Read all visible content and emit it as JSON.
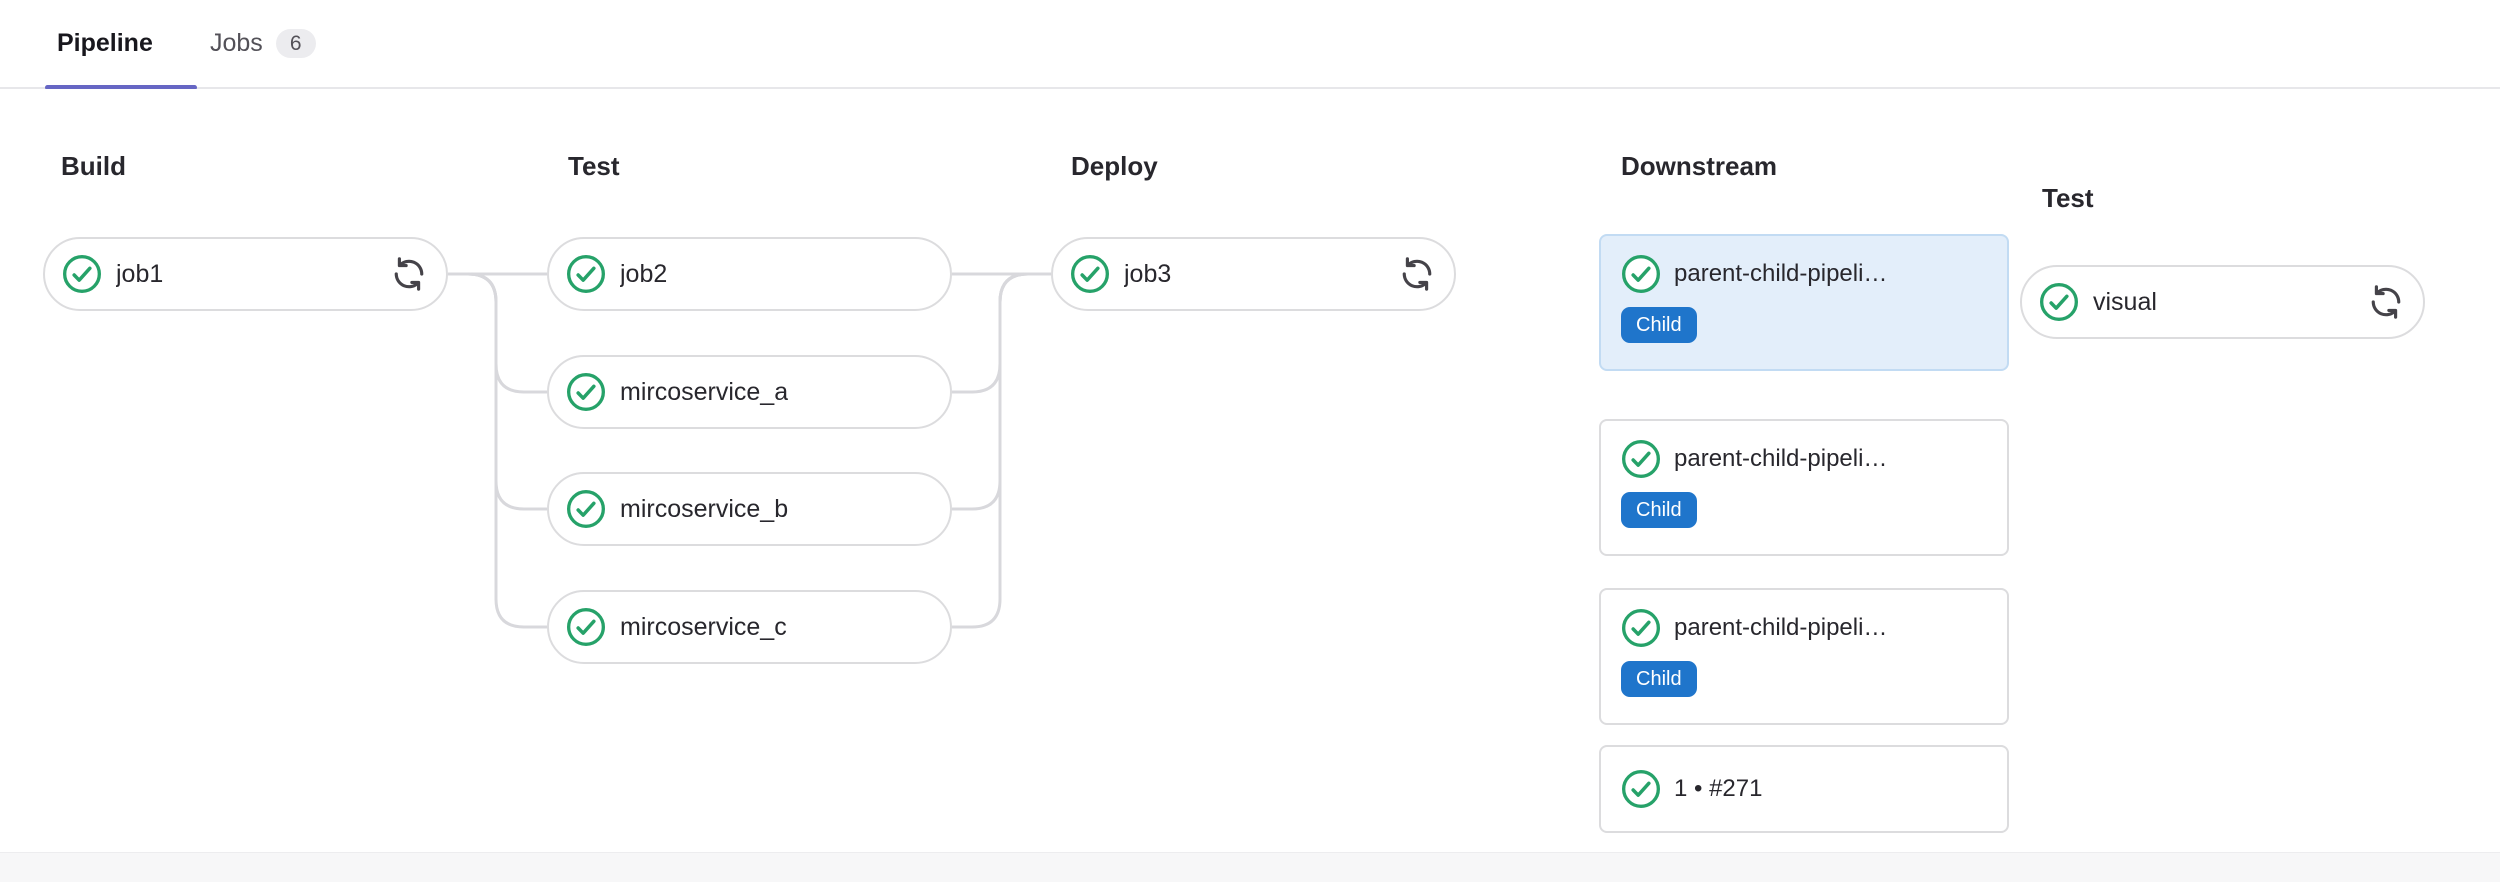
{
  "tabs": {
    "pipeline_label": "Pipeline",
    "jobs_label": "Jobs",
    "jobs_count": "6"
  },
  "stages": [
    {
      "name": "Build",
      "jobs": [
        {
          "label": "job1",
          "status": "success",
          "retry": true
        }
      ]
    },
    {
      "name": "Test",
      "jobs": [
        {
          "label": "job2",
          "status": "success"
        },
        {
          "label": "mircoservice_a",
          "status": "success"
        },
        {
          "label": "mircoservice_b",
          "status": "success"
        },
        {
          "label": "mircoservice_c",
          "status": "success"
        }
      ]
    },
    {
      "name": "Deploy",
      "jobs": [
        {
          "label": "job3",
          "status": "success",
          "retry": true
        }
      ]
    }
  ],
  "downstream": {
    "title": "Downstream",
    "cards": [
      {
        "label": "parent-child-pipeli…",
        "badge": "Child",
        "status": "success",
        "highlighted": true
      },
      {
        "label": "parent-child-pipeli…",
        "badge": "Child",
        "status": "success",
        "highlighted": false
      },
      {
        "label": "parent-child-pipeli…",
        "badge": "Child",
        "status": "success",
        "highlighted": false
      },
      {
        "label": "1 • #271",
        "status": "success",
        "highlighted": false
      }
    ]
  },
  "downstream_stage": {
    "name": "Test",
    "jobs": [
      {
        "label": "visual",
        "status": "success",
        "retry": true
      }
    ]
  },
  "icons": {
    "status_success": "check-circle-icon",
    "retry": "retry-arrows-icon"
  },
  "colors": {
    "success": "#26a269",
    "child-badge-bg": "#1f75cb",
    "tab-indicator": "#6666c4",
    "border": "#dcdcde",
    "connector": "#d8d8dc",
    "text": "#28272d",
    "text-muted": "#535158",
    "count-badge-bg": "#ececef",
    "highlight-bg": "#e3eefa",
    "highlight-border": "#c2dbf3"
  }
}
